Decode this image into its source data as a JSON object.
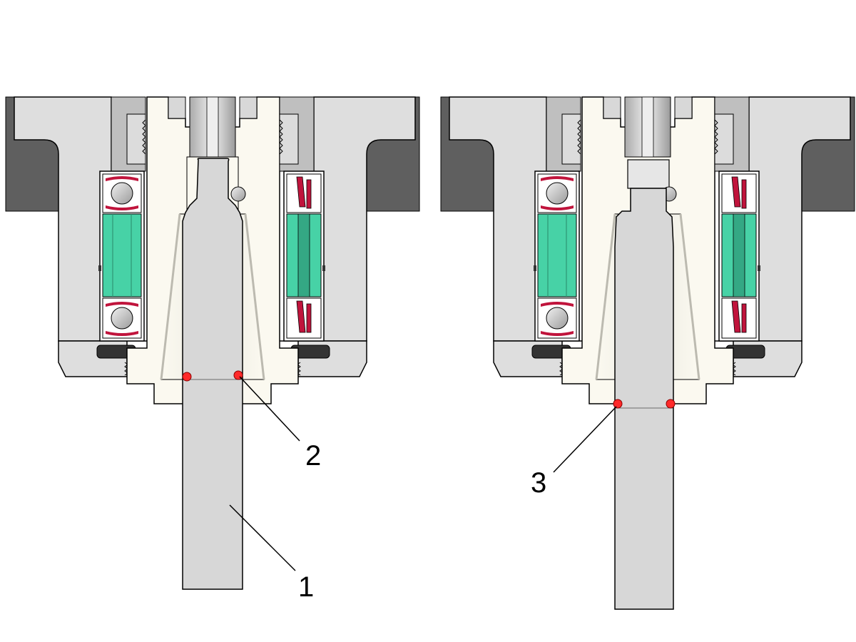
{
  "figure": {
    "panels": [
      {
        "id": "left",
        "callouts": [
          "2",
          "1"
        ]
      },
      {
        "id": "right",
        "callouts": [
          "3"
        ]
      }
    ]
  },
  "colors": {
    "housing_dark": "#5f5f5f",
    "housing_light": "#dedede",
    "cone_cream": "#fbf9f0",
    "shaft_gray": "#d7d7d7",
    "bearing_spacer": "#47d2a6",
    "bearing_red": "#c0143c",
    "ball_gray": "#c9c9c9",
    "marker_red": "#ff2a2a",
    "outline": "#000000"
  }
}
